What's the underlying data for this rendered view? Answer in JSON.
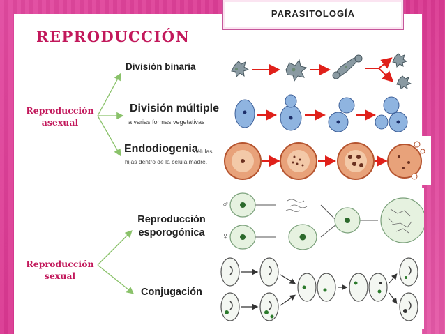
{
  "header": {
    "label": "PARASITOLOGÍA"
  },
  "title": "REPRODUCCIÓN",
  "asexual": {
    "label_line1": "Reproducción",
    "label_line2": "asexual",
    "items": [
      {
        "name": "División binaria",
        "note": ""
      },
      {
        "name": "División múltiple",
        "note": "a varias formas vegetativas"
      },
      {
        "name": "Endodiogenia",
        "note_inline": "células",
        "note": "hijas dentro de la célula madre."
      }
    ]
  },
  "sexual": {
    "label_line1": "Reproducción",
    "label_line2": "sexual",
    "items": [
      {
        "name_line1": "Reproducción",
        "name_line2": "esporogónica"
      },
      {
        "name": "Conjugación"
      }
    ]
  },
  "symbols": {
    "male": "♂",
    "female": "♀"
  },
  "colors": {
    "title": "#c2185b",
    "background": "#e0409a",
    "arrow_red": "#e0201a",
    "arrow_green": "#8ac26a"
  }
}
